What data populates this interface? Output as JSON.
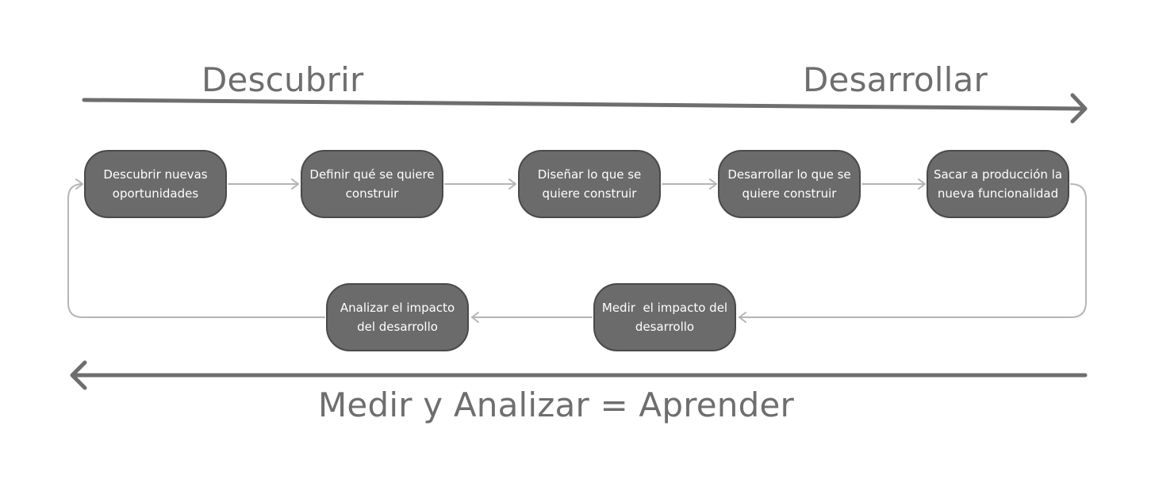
{
  "top_arrow": {
    "left_label": "Descubrir",
    "right_label": "Desarrollar"
  },
  "bottom_arrow": {
    "label": "Medir y Analizar = Aprender"
  },
  "nodes": {
    "discover": {
      "label": "Descubrir nuevas oportunidades"
    },
    "define": {
      "label": "Definir qué se quiere construir"
    },
    "design": {
      "label": "Diseñar lo que se quiere construir"
    },
    "develop": {
      "label": "Desarrollar lo que se quiere construir"
    },
    "release": {
      "label": "Sacar a producción la nueva funcionalidad"
    },
    "measure": {
      "label": "Medir  el impacto del desarrollo"
    },
    "analyze": {
      "label": "Analizar el impacto del desarrollo"
    }
  },
  "colors": {
    "node_fill": "#6b6b6b",
    "node_border": "#4a4a4a",
    "node_text": "#ffffff",
    "connector": "#b5b5b5",
    "big_arrow": "#6e6e6e",
    "label_text": "#6e6e6e"
  }
}
